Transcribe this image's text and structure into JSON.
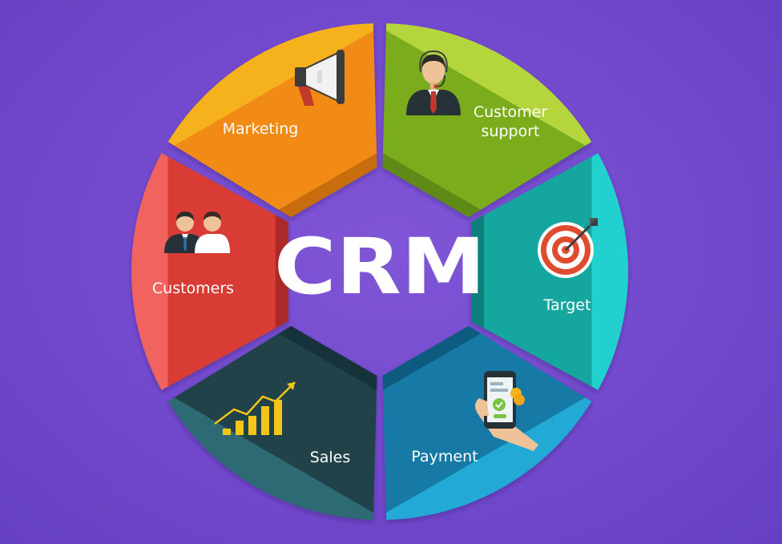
{
  "center": {
    "title": "CRM"
  },
  "segments": [
    {
      "id": "marketing",
      "lines": [
        "Marketing"
      ],
      "icon": "megaphone-icon",
      "main": "#f28a16",
      "edge": "#f5b21c",
      "shade": "#c86d0e"
    },
    {
      "id": "customer-support",
      "lines": [
        "Customer",
        "support"
      ],
      "icon": "support-agent-icon",
      "main": "#7aac1f",
      "edge": "#b4d53a",
      "shade": "#5e8a16"
    },
    {
      "id": "target",
      "lines": [
        "Target"
      ],
      "icon": "target-icon",
      "main": "#14a6a0",
      "edge": "#23d1cf",
      "shade": "#0d807c"
    },
    {
      "id": "payment",
      "lines": [
        "Payment"
      ],
      "icon": "mobile-payment-icon",
      "main": "#1479a6",
      "edge": "#22a9d6",
      "shade": "#0e5b80"
    },
    {
      "id": "sales",
      "lines": [
        "Sales"
      ],
      "icon": "sales-chart-icon",
      "main": "#23424a",
      "edge": "#2f6b73",
      "shade": "#17303a"
    },
    {
      "id": "customers",
      "lines": [
        "Customers"
      ],
      "icon": "customers-icon",
      "main": "#d93b35",
      "edge": "#f0645e",
      "shade": "#a92a26"
    }
  ]
}
